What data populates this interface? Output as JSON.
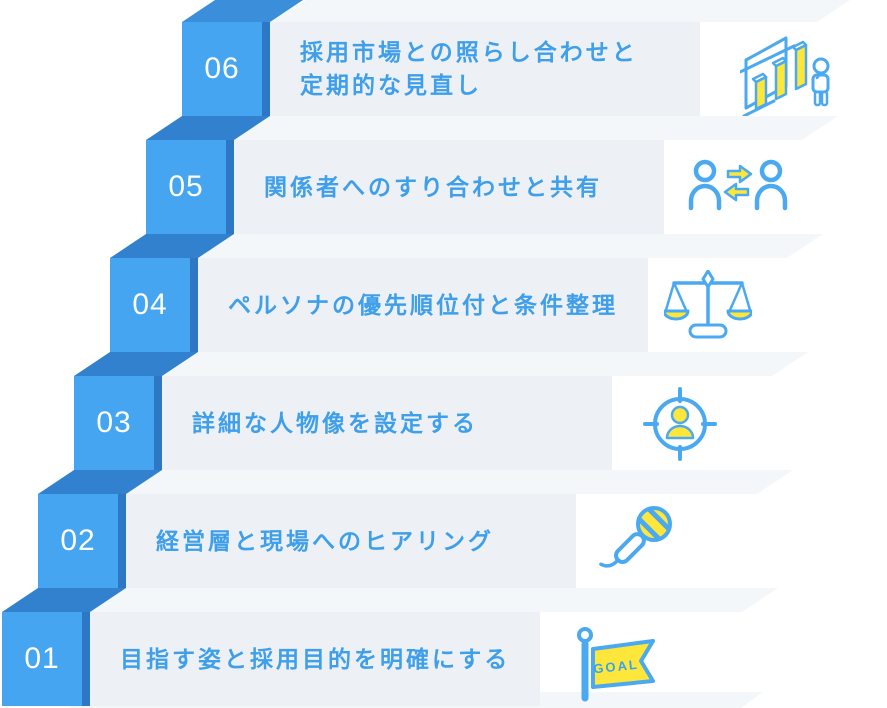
{
  "colors": {
    "cube_front": "#45a5f0",
    "cube_top": "#3b8ed9",
    "cube_side": "#2d77c5",
    "cube_junction": "#3181ce",
    "bar_background": "#edf1f6",
    "tread_band": "#f3f7fa",
    "label_blue": "#3f9fea",
    "icon_blue": "#4aa9f0",
    "icon_yellow": "#ffe63a"
  },
  "steps": [
    {
      "number": "06",
      "lines": [
        "採用市場との照らし合わせと",
        "定期的な見直し"
      ],
      "icon": "bar-chart-review-icon"
    },
    {
      "number": "05",
      "lines": [
        "関係者へのすり合わせと共有"
      ],
      "icon": "people-exchange-icon"
    },
    {
      "number": "04",
      "lines": [
        "ペルソナの優先順位付と条件整理"
      ],
      "icon": "balance-scale-icon"
    },
    {
      "number": "03",
      "lines": [
        "詳細な人物像を設定する"
      ],
      "icon": "person-target-icon"
    },
    {
      "number": "02",
      "lines": [
        "経営層と現場へのヒアリング"
      ],
      "icon": "microphone-icon"
    },
    {
      "number": "01",
      "lines": [
        "目指す姿と採用目的を明確にする"
      ],
      "icon": "goal-flag-icon",
      "icon_label": "GOAL"
    }
  ]
}
